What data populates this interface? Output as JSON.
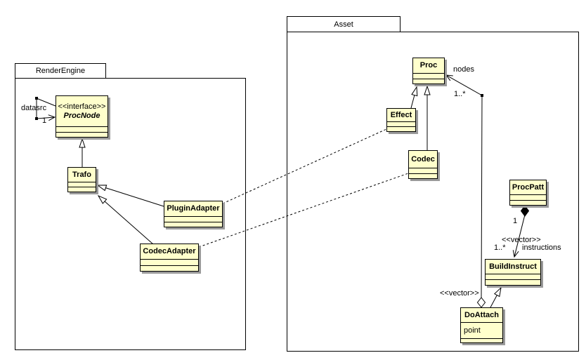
{
  "packages": {
    "render_engine": {
      "name": "RenderEngine"
    },
    "asset": {
      "name": "Asset"
    }
  },
  "classes": {
    "procnode": {
      "stereotype": "<<interface>>",
      "name": "ProcNode"
    },
    "trafo": {
      "name": "Trafo"
    },
    "pluginadapter": {
      "name": "PluginAdapter"
    },
    "codecadapter": {
      "name": "CodecAdapter"
    },
    "proc": {
      "name": "Proc"
    },
    "effect": {
      "name": "Effect"
    },
    "codec": {
      "name": "Codec"
    },
    "procpatt": {
      "name": "ProcPatt"
    },
    "buildinstruct": {
      "name": "BuildInstruct"
    },
    "doattach": {
      "name": "DoAttach",
      "attributes": [
        "point"
      ]
    }
  },
  "edge_labels": {
    "datasrc": "datasrc",
    "datasrc_multiplicity": "1",
    "nodes": "nodes",
    "nodes_multiplicity": "1..*",
    "doattach_aggregation_stereotype": "<<vector>>",
    "procpatt_multiplicity": "1",
    "instructions_stereotype": "<<vector>>",
    "instructions_multiplicity": "1..*",
    "instructions_role": "instructions"
  },
  "colors": {
    "class_fill": "#ffffcc",
    "class_border": "#000000",
    "class_shadow": "#9a9a9a",
    "line": "#000000",
    "background": "#ffffff"
  }
}
